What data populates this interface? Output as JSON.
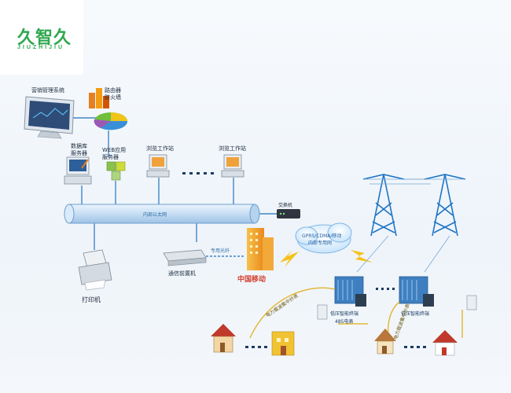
{
  "logo": {
    "cn": "久智久",
    "en": "JIUZHIJIU"
  },
  "labels": {
    "billing_system": "营销管理系统",
    "router_firewall_1": "路由器",
    "router_firewall_2": "防火墙",
    "database_server_1": "数据库",
    "database_server_2": "服务器",
    "web_server_1": "WEB应用",
    "web_server_2": "服务器",
    "workstation_1": "浏览工作站",
    "workstation_2": "浏览工作站",
    "ethernet": "内部以太网",
    "switch": "交换机",
    "cloud_1": "GPRS/CDMA/移动",
    "cloud_2": "内部专用网",
    "fiber": "专用光纤",
    "front_end": "通信前置机",
    "carrier": "中国移动",
    "printer": "打印机",
    "power_line": "电力载波集中抄表",
    "terminal_1": "低压智能终端",
    "terminal_2": "低压智能终端",
    "meter_box": "485电表",
    "power_line_2": "电力载波集中抄表"
  },
  "colors": {
    "pipe": "#cfe3f6",
    "pipe_edge": "#6d9fd0",
    "line": "#3f86c8",
    "power": "#e2b93a",
    "tower": "#1f74c4"
  }
}
